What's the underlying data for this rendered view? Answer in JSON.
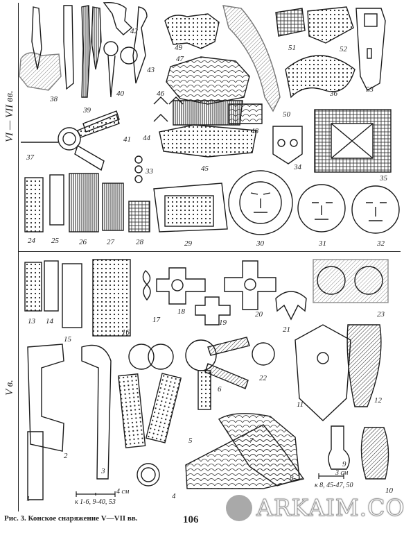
{
  "periods": {
    "upper": "VI — VII вв.",
    "lower": "V в."
  },
  "figure_numbers": [
    "1",
    "2",
    "3",
    "4",
    "5",
    "6",
    "7",
    "8",
    "9",
    "10",
    "11",
    "12",
    "13",
    "14",
    "15",
    "16",
    "17",
    "18",
    "19",
    "20",
    "21",
    "22",
    "23",
    "24",
    "25",
    "26",
    "27",
    "28",
    "29",
    "30",
    "31",
    "32",
    "33",
    "34",
    "35",
    "36",
    "37",
    "38",
    "39",
    "40",
    "41",
    "42",
    "43",
    "44",
    "45",
    "46",
    "47",
    "48",
    "49",
    "50",
    "51",
    "52",
    "53"
  ],
  "scales": {
    "left_unit": "4 см",
    "left_ref": "к 1-6, 9-40, 53",
    "right_unit": "3 см",
    "right_ref": "к 8, 45-47, 50"
  },
  "caption": "Рис. 3. Конское снаряжение V—VII вв.",
  "page_number": "106",
  "watermark": "ARKAIM.CO"
}
